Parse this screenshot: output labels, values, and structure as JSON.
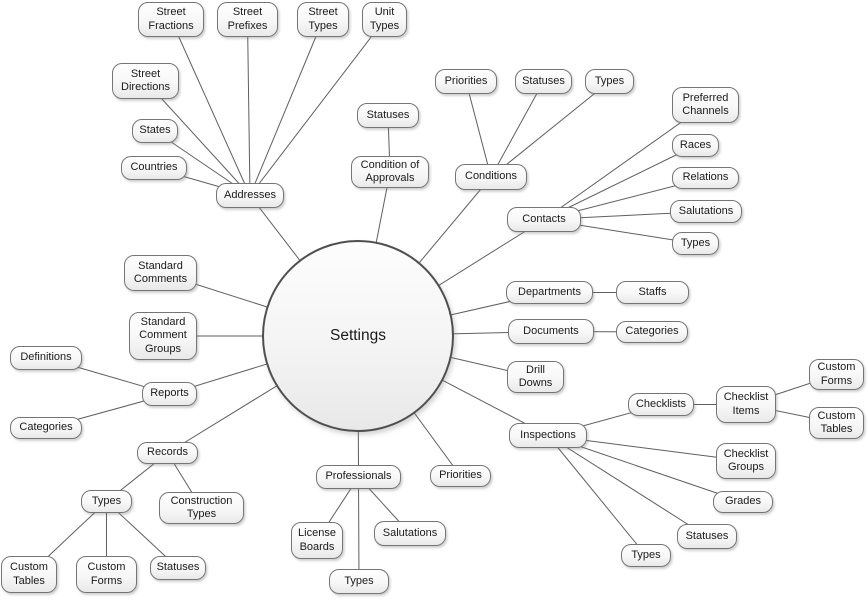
{
  "diagram_type": "mind-map",
  "center": {
    "id": "settings",
    "label": "Settings"
  },
  "colors": {
    "background": "#ffffff",
    "node_border": "#757575",
    "center_border": "#4f4f4f",
    "edge_line": "#5f5f5f",
    "text": "#1a1a1a",
    "node_fill_top": "#ffffff",
    "node_fill_bottom": "#e9e9e9"
  },
  "nodes": [
    {
      "id": "street-fractions",
      "label": "Street Fractions"
    },
    {
      "id": "street-prefixes",
      "label": "Street Prefixes"
    },
    {
      "id": "street-types",
      "label": "Street Types"
    },
    {
      "id": "unit-types",
      "label": "Unit Types"
    },
    {
      "id": "street-directions",
      "label": "Street Directions"
    },
    {
      "id": "states",
      "label": "States"
    },
    {
      "id": "countries",
      "label": "Countries"
    },
    {
      "id": "addresses",
      "label": "Addresses"
    },
    {
      "id": "ca-statuses",
      "label": "Statuses"
    },
    {
      "id": "condition-of-approvals",
      "label": "Condition of Approvals"
    },
    {
      "id": "conditions",
      "label": "Conditions"
    },
    {
      "id": "cond-priorities",
      "label": "Priorities"
    },
    {
      "id": "cond-statuses",
      "label": "Statuses"
    },
    {
      "id": "cond-types",
      "label": "Types"
    },
    {
      "id": "contacts",
      "label": "Contacts"
    },
    {
      "id": "preferred-channels",
      "label": "Preferred Channels"
    },
    {
      "id": "races",
      "label": "Races"
    },
    {
      "id": "relations",
      "label": "Relations"
    },
    {
      "id": "cont-salutations",
      "label": "Salutations"
    },
    {
      "id": "cont-types",
      "label": "Types"
    },
    {
      "id": "departments",
      "label": "Departments"
    },
    {
      "id": "staffs",
      "label": "Staffs"
    },
    {
      "id": "documents",
      "label": "Documents"
    },
    {
      "id": "doc-categories",
      "label": "Categories"
    },
    {
      "id": "drill-downs",
      "label": "Drill Downs"
    },
    {
      "id": "inspections",
      "label": "Inspections"
    },
    {
      "id": "checklists",
      "label": "Checklists"
    },
    {
      "id": "checklist-items",
      "label": "Checklist Items"
    },
    {
      "id": "ci-custom-forms",
      "label": "Custom Forms"
    },
    {
      "id": "ci-custom-tables",
      "label": "Custom Tables"
    },
    {
      "id": "checklist-groups",
      "label": "Checklist Groups"
    },
    {
      "id": "grades",
      "label": "Grades"
    },
    {
      "id": "insp-statuses",
      "label": "Statuses"
    },
    {
      "id": "insp-types",
      "label": "Types"
    },
    {
      "id": "priorities",
      "label": "Priorities"
    },
    {
      "id": "professionals",
      "label": "Professionals"
    },
    {
      "id": "license-boards",
      "label": "License Boards"
    },
    {
      "id": "prof-salutations",
      "label": "Salutations"
    },
    {
      "id": "prof-types",
      "label": "Types"
    },
    {
      "id": "records",
      "label": "Records"
    },
    {
      "id": "rec-types",
      "label": "Types"
    },
    {
      "id": "construction-types",
      "label": "Construction Types"
    },
    {
      "id": "rt-custom-tables",
      "label": "Custom Tables"
    },
    {
      "id": "rt-custom-forms",
      "label": "Custom Forms"
    },
    {
      "id": "rt-statuses",
      "label": "Statuses"
    },
    {
      "id": "reports",
      "label": "Reports"
    },
    {
      "id": "definitions",
      "label": "Definitions"
    },
    {
      "id": "rep-categories",
      "label": "Categories"
    },
    {
      "id": "standard-comments",
      "label": "Standard Comments"
    },
    {
      "id": "standard-comment-groups",
      "label": "Standard Comment Groups"
    }
  ],
  "edges": [
    {
      "from": "settings",
      "to": "addresses"
    },
    {
      "from": "settings",
      "to": "condition-of-approvals"
    },
    {
      "from": "settings",
      "to": "conditions"
    },
    {
      "from": "settings",
      "to": "contacts"
    },
    {
      "from": "settings",
      "to": "departments"
    },
    {
      "from": "settings",
      "to": "documents"
    },
    {
      "from": "settings",
      "to": "drill-downs"
    },
    {
      "from": "settings",
      "to": "inspections"
    },
    {
      "from": "settings",
      "to": "priorities"
    },
    {
      "from": "settings",
      "to": "professionals"
    },
    {
      "from": "settings",
      "to": "records"
    },
    {
      "from": "settings",
      "to": "reports"
    },
    {
      "from": "settings",
      "to": "standard-comment-groups"
    },
    {
      "from": "settings",
      "to": "standard-comments"
    },
    {
      "from": "addresses",
      "to": "street-fractions"
    },
    {
      "from": "addresses",
      "to": "street-prefixes"
    },
    {
      "from": "addresses",
      "to": "street-types"
    },
    {
      "from": "addresses",
      "to": "unit-types"
    },
    {
      "from": "addresses",
      "to": "street-directions"
    },
    {
      "from": "addresses",
      "to": "states"
    },
    {
      "from": "addresses",
      "to": "countries"
    },
    {
      "from": "condition-of-approvals",
      "to": "ca-statuses"
    },
    {
      "from": "conditions",
      "to": "cond-priorities"
    },
    {
      "from": "conditions",
      "to": "cond-statuses"
    },
    {
      "from": "conditions",
      "to": "cond-types"
    },
    {
      "from": "contacts",
      "to": "preferred-channels"
    },
    {
      "from": "contacts",
      "to": "races"
    },
    {
      "from": "contacts",
      "to": "relations"
    },
    {
      "from": "contacts",
      "to": "cont-salutations"
    },
    {
      "from": "contacts",
      "to": "cont-types"
    },
    {
      "from": "departments",
      "to": "staffs"
    },
    {
      "from": "documents",
      "to": "doc-categories"
    },
    {
      "from": "inspections",
      "to": "checklists"
    },
    {
      "from": "inspections",
      "to": "checklist-groups"
    },
    {
      "from": "inspections",
      "to": "grades"
    },
    {
      "from": "inspections",
      "to": "insp-statuses"
    },
    {
      "from": "inspections",
      "to": "insp-types"
    },
    {
      "from": "checklists",
      "to": "checklist-items"
    },
    {
      "from": "checklist-items",
      "to": "ci-custom-forms"
    },
    {
      "from": "checklist-items",
      "to": "ci-custom-tables"
    },
    {
      "from": "professionals",
      "to": "license-boards"
    },
    {
      "from": "professionals",
      "to": "prof-salutations"
    },
    {
      "from": "professionals",
      "to": "prof-types"
    },
    {
      "from": "records",
      "to": "rec-types"
    },
    {
      "from": "records",
      "to": "construction-types"
    },
    {
      "from": "rec-types",
      "to": "rt-custom-tables"
    },
    {
      "from": "rec-types",
      "to": "rt-custom-forms"
    },
    {
      "from": "rec-types",
      "to": "rt-statuses"
    },
    {
      "from": "reports",
      "to": "definitions"
    },
    {
      "from": "reports",
      "to": "rep-categories"
    }
  ]
}
